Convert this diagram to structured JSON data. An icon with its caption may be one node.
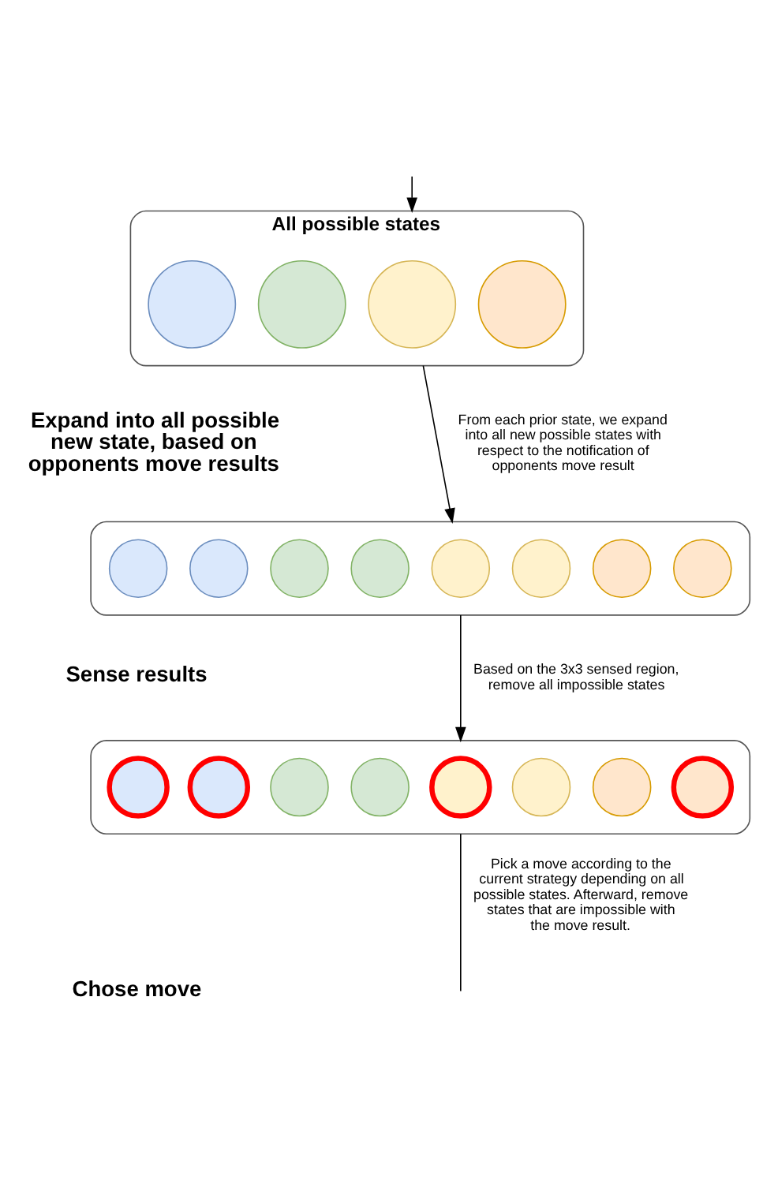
{
  "diagram": {
    "nodes": [
      {
        "text": [
          "All possible states"
        ]
      },
      {
        "text": [],
        "shape": "circle",
        "in": 0
      },
      {
        "text": [],
        "shape": "circle",
        "in": 0
      },
      {
        "text": [],
        "shape": "circle",
        "in": 0
      },
      {
        "text": [],
        "shape": "circle",
        "in": 0
      },
      {
        "text": [],
        "shape": "box"
      },
      {
        "text": [],
        "shape": "circle",
        "in": 5
      },
      {
        "text": [],
        "shape": "circle",
        "in": 5
      },
      {
        "text": [],
        "shape": "circle",
        "in": 5
      },
      {
        "text": [],
        "shape": "circle",
        "in": 5
      },
      {
        "text": [],
        "shape": "circle",
        "in": 5
      },
      {
        "text": [],
        "shape": "circle",
        "in": 5
      },
      {
        "text": [],
        "shape": "circle",
        "in": 5
      },
      {
        "text": [],
        "shape": "circle",
        "in": 5
      },
      {
        "text": [],
        "shape": "box"
      },
      {
        "text": [],
        "shape": "crossed-circle",
        "in": 14
      },
      {
        "text": [],
        "shape": "crossed-circle",
        "in": 14
      },
      {
        "text": [],
        "shape": "circle",
        "in": 14
      },
      {
        "text": [],
        "shape": "circle",
        "in": 14
      },
      {
        "text": [],
        "shape": "crossed-circle",
        "in": 14
      },
      {
        "text": [],
        "shape": "circle",
        "in": 14
      },
      {
        "text": [],
        "shape": "circle",
        "in": 14
      },
      {
        "text": [],
        "shape": "crossed-circle",
        "in": 14
      }
    ],
    "edges": [
      {
        "from": null,
        "to": 0,
        "arrow": "to"
      },
      {
        "from": 0,
        "to": 5,
        "arrow": "to",
        "label": "From each prior state, we expand into all new possible states with respect to the notification of opponents move result"
      },
      {
        "from": 5,
        "to": 14,
        "arrow": "to",
        "label": "Based on the 3x3 sensed region, remove all impossible states"
      },
      {
        "from": 14,
        "to": null,
        "arrow": "none",
        "label": "Pick a move according to the current strategy depending on all possible states. Afterward, remove states that are impossible with the move result."
      }
    ],
    "labels": [
      "Expand into all possible new state, based on opponents move results",
      "Sense results",
      "Chose move"
    ]
  }
}
